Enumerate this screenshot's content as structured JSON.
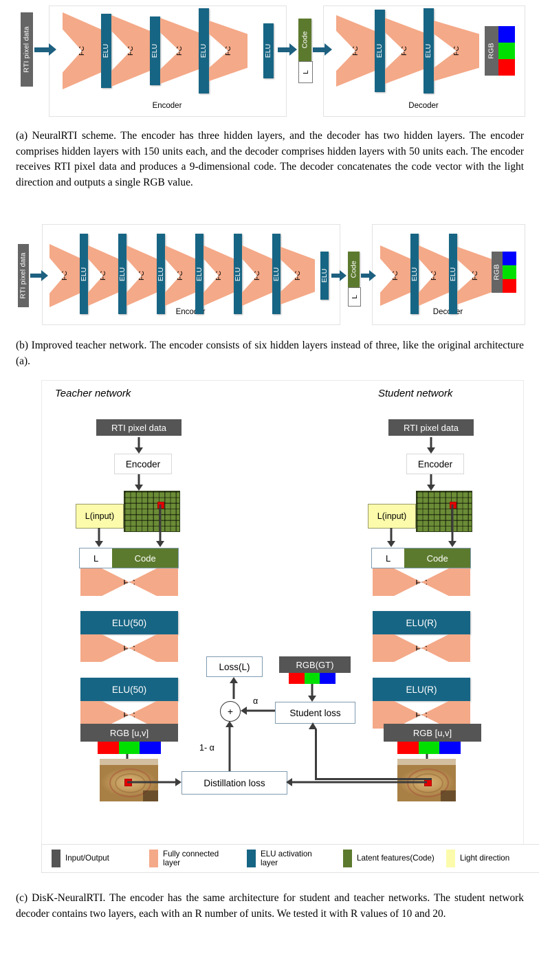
{
  "figure_a": {
    "input_label": "RTI pixel data",
    "encoder_label": "Encoder",
    "decoder_label": "Decoder",
    "code_label": "Code",
    "l_label": "L",
    "output_label": "RGB",
    "encoder_layers": [
      "FC",
      "ELU",
      "FC",
      "ELU",
      "FC",
      "ELU",
      "FC",
      "ELU"
    ],
    "decoder_layers": [
      "FC",
      "ELU",
      "FC",
      "ELU",
      "FC"
    ],
    "rgb_swatches": [
      "#0000ff",
      "#00e000",
      "#ff0000"
    ],
    "caption": "(a) NeuralRTI scheme.  The encoder has three hidden layers, and the decoder has two hidden layers. The encoder comprises hidden layers with 150 units each, and the decoder comprises hidden layers with 50 units each.  The encoder receives RTI pixel data and produces a 9-dimensional code. The decoder concatenates the code vector with the light direction and outputs a single RGB value."
  },
  "figure_b": {
    "input_label": "RTI pixel data",
    "encoder_label": "Encoder",
    "decoder_label": "Decoder",
    "code_label": "Code",
    "l_label": "L",
    "output_label": "RGB",
    "encoder_layers": [
      "FC",
      "ELU",
      "FC",
      "ELU",
      "FC",
      "ELU",
      "FC",
      "ELU",
      "FC",
      "ELU",
      "FC",
      "ELU",
      "FC",
      "ELU"
    ],
    "decoder_layers": [
      "FC",
      "ELU",
      "FC",
      "ELU",
      "FC"
    ],
    "rgb_swatches": [
      "#0000ff",
      "#00e000",
      "#ff0000"
    ],
    "caption": "(b) Improved teacher network. The encoder consists of six hidden layers instead of three, like the original architecture (a)."
  },
  "figure_c": {
    "teacher_title": "Teacher network",
    "student_title": "Student network",
    "input_label": "RTI pixel data",
    "encoder_label": "Encoder",
    "light_label": "L(input)",
    "l_cell": "L",
    "code_cell": "Code",
    "fc_label": "FC",
    "teacher_elu_1": "ELU(50)",
    "teacher_elu_2": "ELU(50)",
    "student_elu_1": "ELU(R)",
    "student_elu_2": "ELU(R)",
    "rgb_uv_label": "RGB [u,v]",
    "rgb_gt_label": "RGB(GT)",
    "loss_label": "Loss(L)",
    "student_loss_label": "Student loss",
    "distillation_loss_label": "Distillation loss",
    "plus_symbol": "+",
    "alpha_label": "α",
    "one_minus_alpha_label": "1- α",
    "rgb_strip": [
      "#ff0000",
      "#00e000",
      "#0000ff"
    ],
    "legend": [
      {
        "label": "Input/Output",
        "color": "#555555"
      },
      {
        "label": "Fully connected layer",
        "color": "#f4a988"
      },
      {
        "label": "ELU activation layer",
        "color": "#176584"
      },
      {
        "label": "Latent features(Code)",
        "color": "#5c7a2e"
      },
      {
        "label": "Light direction",
        "color": "#fbfbab"
      }
    ],
    "caption": "(c) DisK-NeuralRTI. The encoder has the same architecture for student and teacher networks.  The student network decoder contains two layers, each with an R number of units. We tested it with R values of 10 and 20."
  },
  "colors": {
    "fc": "#f4a988",
    "elu": "#176584",
    "code": "#5c7a2e",
    "io": "#555555",
    "light": "#fbfbab",
    "arrow_blue": "#1d6080",
    "arrow_dark": "#3c3c3c"
  }
}
